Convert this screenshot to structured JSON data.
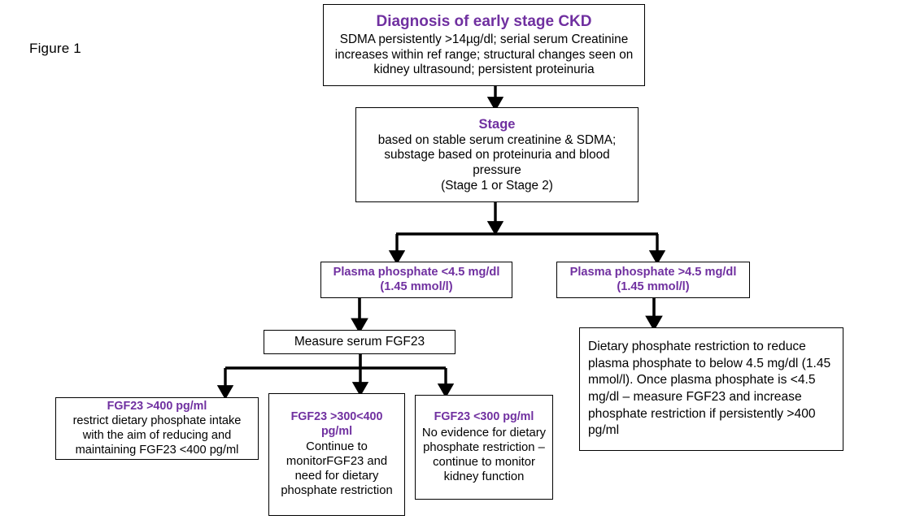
{
  "figure": {
    "label": "Figure 1"
  },
  "theme": {
    "accent_purple": "#7030A0",
    "text_black": "#000000",
    "box_border": "#000000",
    "background": "#FFFFFF"
  },
  "flowchart": {
    "title_node": {
      "heading": "Diagnosis of early stage CKD",
      "body": "SDMA persistently >14µg/dl; serial serum  Creatinine increases within ref range; structural changes seen on kidney ultrasound; persistent proteinuria"
    },
    "stage_node": {
      "heading": "Stage",
      "body": "based on stable serum creatinine & SDMA; substage based on proteinuria and blood pressure\n(Stage 1 or Stage 2)"
    },
    "phosphate_low_node": {
      "heading": "Plasma phosphate <4.5 mg/dl (1.45 mmol/l)"
    },
    "phosphate_high_node": {
      "heading": "Plasma phosphate >4.5 mg/dl (1.45 mmol/l)"
    },
    "measure_node": {
      "body": "Measure serum FGF23"
    },
    "fgf23_high_node": {
      "heading": "FGF23 >400 pg/ml",
      "body": "restrict dietary phosphate intake with the aim of reducing and maintaining FGF23 <400 pg/ml"
    },
    "fgf23_mid_node": {
      "heading": "FGF23 >300<400 pg/ml",
      "body": "Continue to monitorFGF23 and need for dietary phosphate restriction"
    },
    "fgf23_low_node": {
      "heading": "FGF23 <300 pg/ml",
      "body": "No evidence for dietary phosphate restriction – continue to monitor kidney function"
    },
    "dietary_node": {
      "body": "Dietary phosphate restriction to reduce plasma phosphate to below 4.5 mg/dl (1.45 mmol/l). Once plasma phosphate is <4.5 mg/dl – measure FGF23 and increase phosphate restriction if persistently >400 pg/ml"
    }
  }
}
